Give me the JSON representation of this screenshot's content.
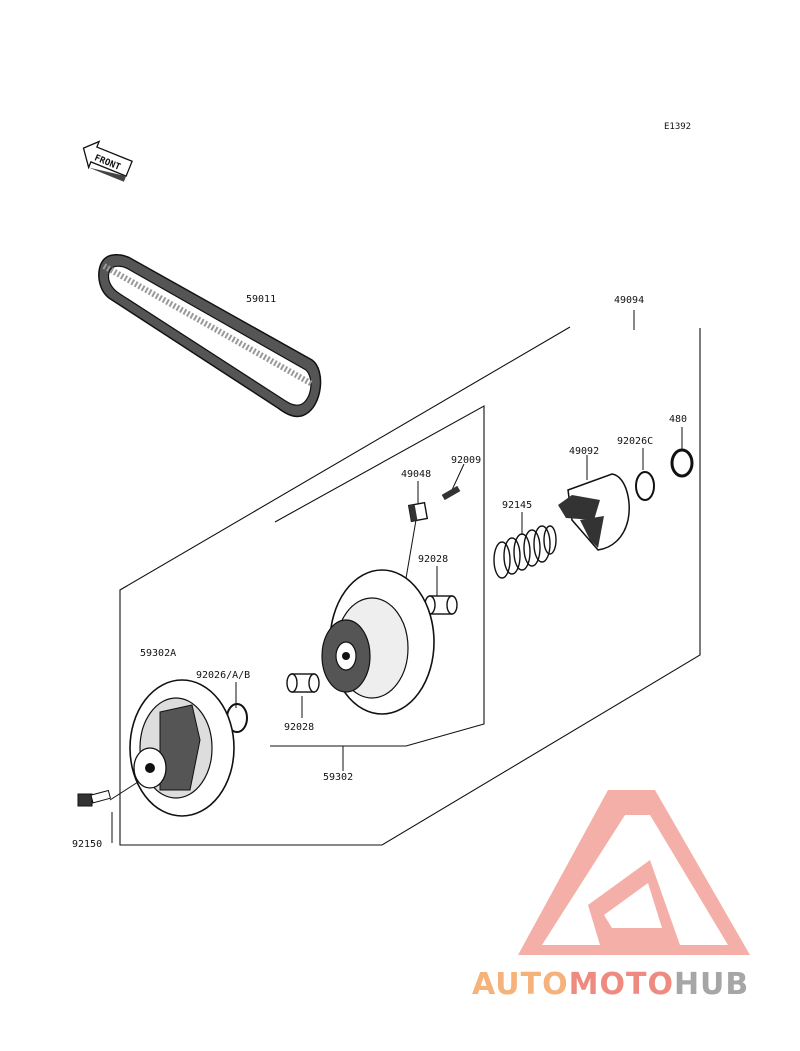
{
  "diagram": {
    "code": "E1392",
    "front_label": "FRONT",
    "callouts": {
      "belt": "59011",
      "converter_assy": "49094",
      "ring_480": "480",
      "cam": "49092",
      "washer_c": "92026C",
      "spring": "92145",
      "pin": "92009",
      "slider": "49048",
      "bush_upper": "92028",
      "sheave_assy_59302": "59302",
      "sheave_assy_59302a": "59302A",
      "washer_ab": "92026/A/B",
      "bush_lower": "92028",
      "bolt": "92150"
    }
  },
  "watermark": {
    "part1": "AUTO",
    "part2": "MOTO",
    "part3": "HUB",
    "colors": {
      "orange": "#f5b27a",
      "red": "#ef8a80",
      "gray": "#a6a6a6"
    }
  }
}
